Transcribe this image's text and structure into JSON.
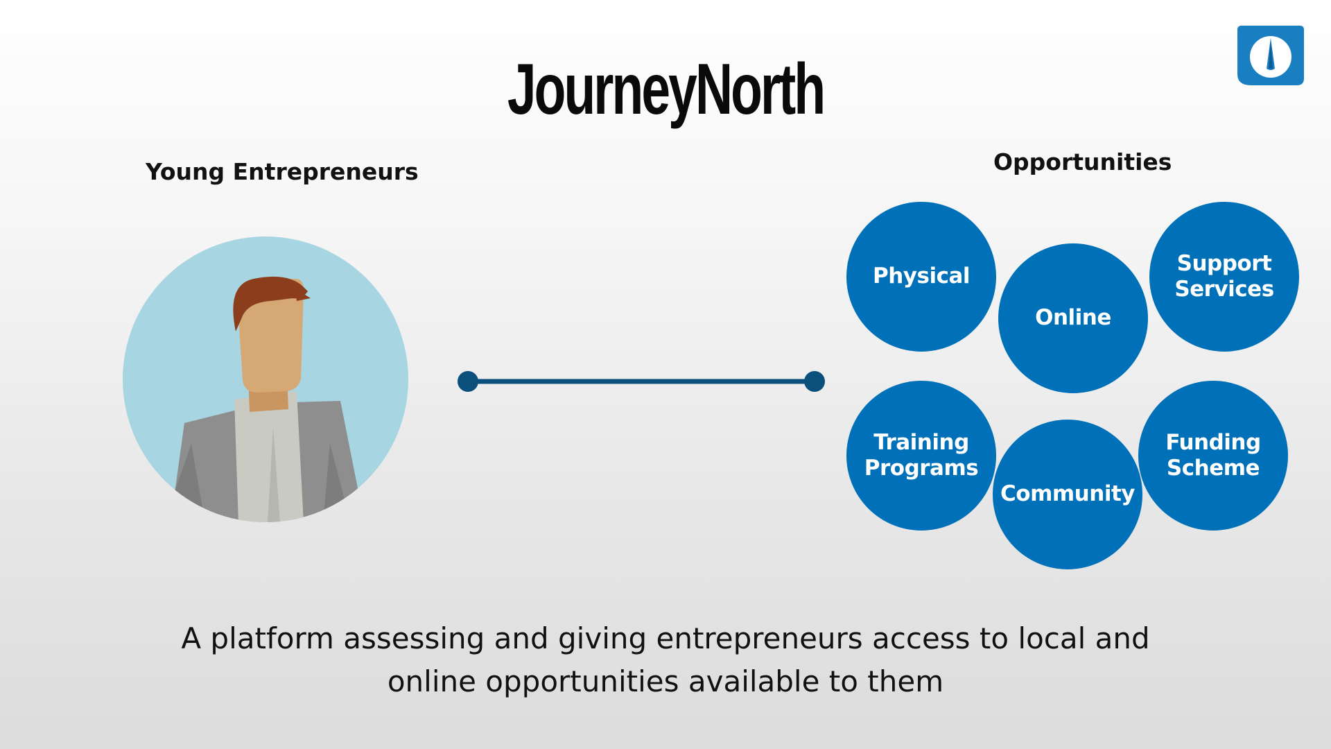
{
  "title": "JourneyNorth",
  "left_label": "Young Entrepreneurs",
  "right_label": "Opportunities",
  "opportunities": [
    {
      "label": "Physical"
    },
    {
      "label": "Online"
    },
    {
      "label": "Support\nServices"
    },
    {
      "label": "Training\nPrograms"
    },
    {
      "label": "Community"
    },
    {
      "label": "Funding\nScheme"
    }
  ],
  "caption": "A platform assessing and giving entrepreneurs access to local and online opportunities available to them",
  "icons": {
    "logo": "compass-needle-logo",
    "avatar": "young-entrepreneur-avatar"
  },
  "colors": {
    "bubble": "#0071b9",
    "connector": "#0b4f7c",
    "avatar_background": "#a7d5e1",
    "hair": "#8b3d1c",
    "skin": "#d6a874",
    "jacket": "#8e8e8e",
    "shirt": "#c9cbc3"
  }
}
